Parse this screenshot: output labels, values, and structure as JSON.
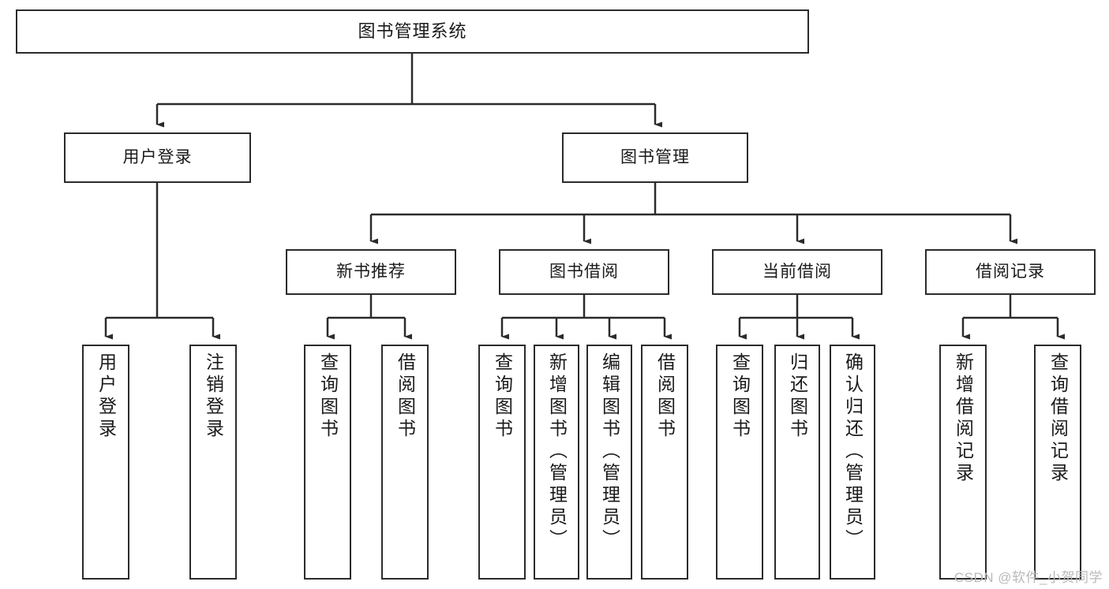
{
  "diagram": {
    "title": "图书管理系统",
    "type": "hierarchy-tree",
    "watermark": "CSDN @软件_小贺同学",
    "colors": {
      "box_border": "#2b2b2b",
      "box_fill": "#ffffff",
      "edge": "#2b2b2b",
      "text": "#1a1a1a",
      "watermark": "#b9b9b9"
    },
    "levels": {
      "root": {
        "label": "图书管理系统"
      },
      "level2": [
        {
          "label": "用户登录"
        },
        {
          "label": "图书管理"
        }
      ],
      "level3": [
        {
          "label": "新书推荐"
        },
        {
          "label": "图书借阅"
        },
        {
          "label": "当前借阅"
        },
        {
          "label": "借阅记录"
        }
      ],
      "leaves": {
        "user_login": [
          {
            "label": "用户登录"
          },
          {
            "label": "注销登录"
          }
        ],
        "new_book_recommend": [
          {
            "label": "查询图书"
          },
          {
            "label": "借阅图书"
          }
        ],
        "book_borrow": [
          {
            "label": "查询图书"
          },
          {
            "label": "新增图书（管理员）"
          },
          {
            "label": "编辑图书（管理员）"
          },
          {
            "label": "借阅图书"
          }
        ],
        "current_borrow": [
          {
            "label": "查询图书"
          },
          {
            "label": "归还图书"
          },
          {
            "label": "确认归还（管理员）"
          }
        ],
        "borrow_record": [
          {
            "label": "新增借阅记录"
          },
          {
            "label": "查询借阅记录"
          }
        ]
      }
    }
  }
}
